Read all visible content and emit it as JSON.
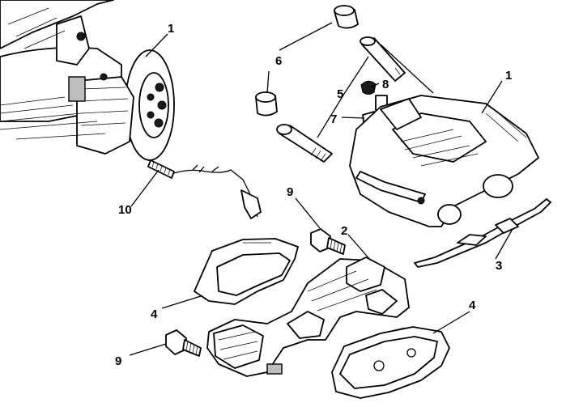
{
  "callouts": {
    "c1_left": "1",
    "c1_right": "1",
    "c2": "2",
    "c3": "3",
    "c4_left": "4",
    "c4_right": "4",
    "c5": "5",
    "c6": "6",
    "c7": "7",
    "c8": "8",
    "c9_top": "9",
    "c9_bottom": "9",
    "c10": "10"
  }
}
